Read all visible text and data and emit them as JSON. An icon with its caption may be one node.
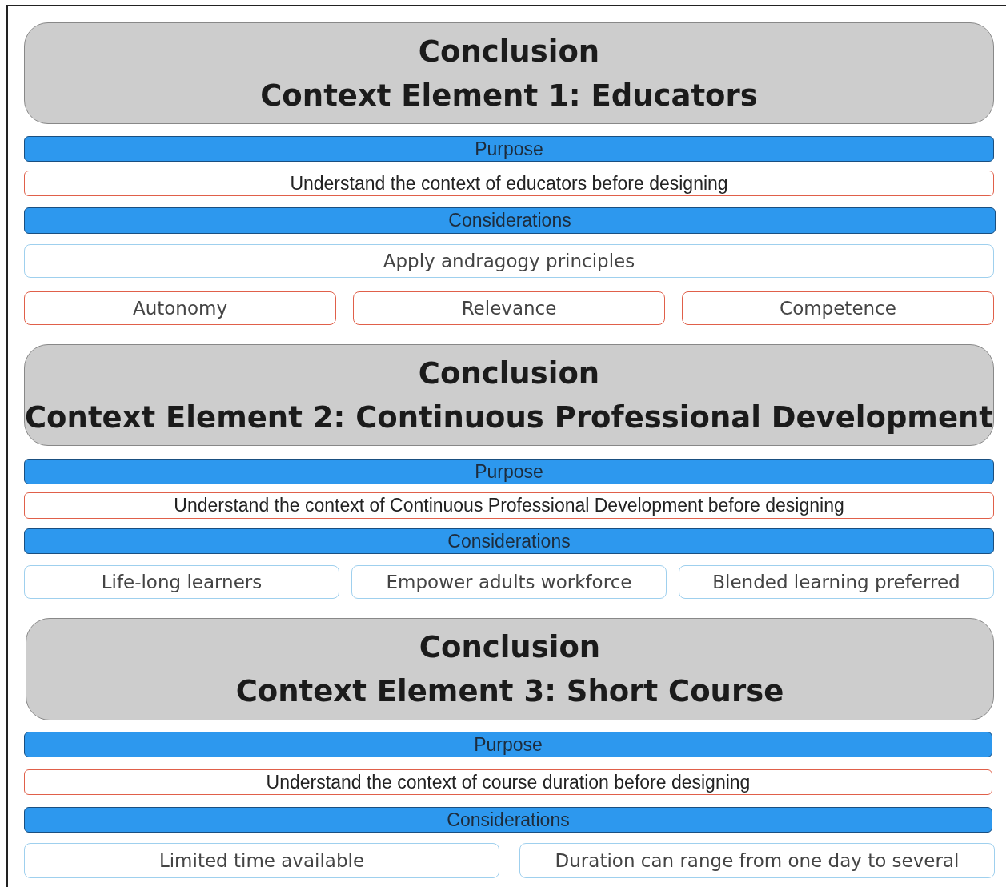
{
  "diagram": {
    "nodes": [
      {
        "text": [
          "Conclusion",
          "Context Element 1: Educators"
        ]
      },
      {
        "text": [
          "Purpose"
        ]
      },
      {
        "text": [
          "Understand the context of educators before designing"
        ]
      },
      {
        "text": [
          "Considerations"
        ]
      },
      {
        "text": [
          "Apply andragogy principles"
        ]
      },
      {
        "text": [
          "Autonomy"
        ]
      },
      {
        "text": [
          "Relevance"
        ]
      },
      {
        "text": [
          "Competence"
        ]
      },
      {
        "text": [
          "Conclusion",
          "Context Element 2: Continuous Professional Development"
        ]
      },
      {
        "text": [
          "Purpose"
        ]
      },
      {
        "text": [
          "Understand the context of Continuous Professional Development before designing"
        ]
      },
      {
        "text": [
          "Considerations"
        ]
      },
      {
        "text": [
          "Life-long learners"
        ]
      },
      {
        "text": [
          "Empower adults workforce"
        ]
      },
      {
        "text": [
          "Blended learning preferred"
        ]
      },
      {
        "text": [
          "Conclusion",
          "Context Element 3: Short Course"
        ]
      },
      {
        "text": [
          "Purpose"
        ]
      },
      {
        "text": [
          "Understand the context of course duration before designing"
        ]
      },
      {
        "text": [
          "Considerations"
        ]
      },
      {
        "text": [
          "Limited time available"
        ]
      },
      {
        "text": [
          "Duration can range from one day to several"
        ]
      }
    ],
    "edges": []
  }
}
